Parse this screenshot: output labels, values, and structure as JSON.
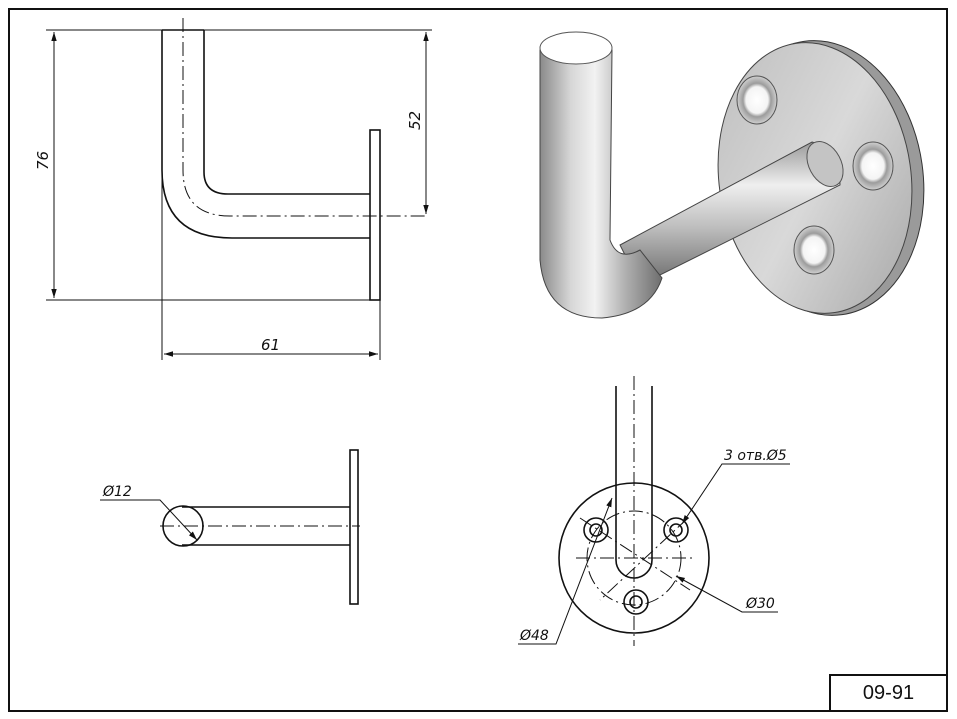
{
  "drawing": {
    "code": "09-91",
    "dimensions": {
      "height_overall": "76",
      "height_to_axis": "52",
      "length": "61",
      "tube_diameter": "Ø12",
      "holes": "3 отв.Ø5",
      "bolt_circle": "Ø30",
      "flange_diameter": "Ø48"
    }
  },
  "colors": {
    "line": "#111111",
    "metal_light": "#e8e8e8",
    "metal_dark": "#7a7a7a"
  }
}
